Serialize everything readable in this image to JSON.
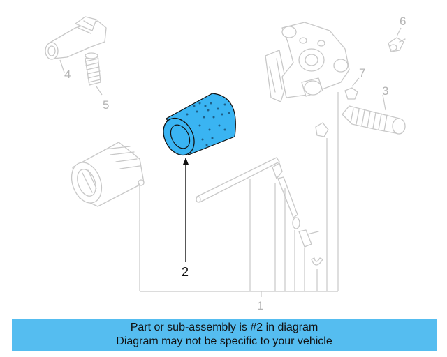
{
  "labels": {
    "l1": "1",
    "l2": "2",
    "l3": "3",
    "l4": "4",
    "l5": "5",
    "l6": "6",
    "l7": "7"
  },
  "highlight_color": "#3ab4f2",
  "banner": {
    "line1": "Part or sub-assembly is #2 in diagram",
    "line2": "Diagram may not be specific to your vehicle",
    "background": "#55bdf0"
  }
}
